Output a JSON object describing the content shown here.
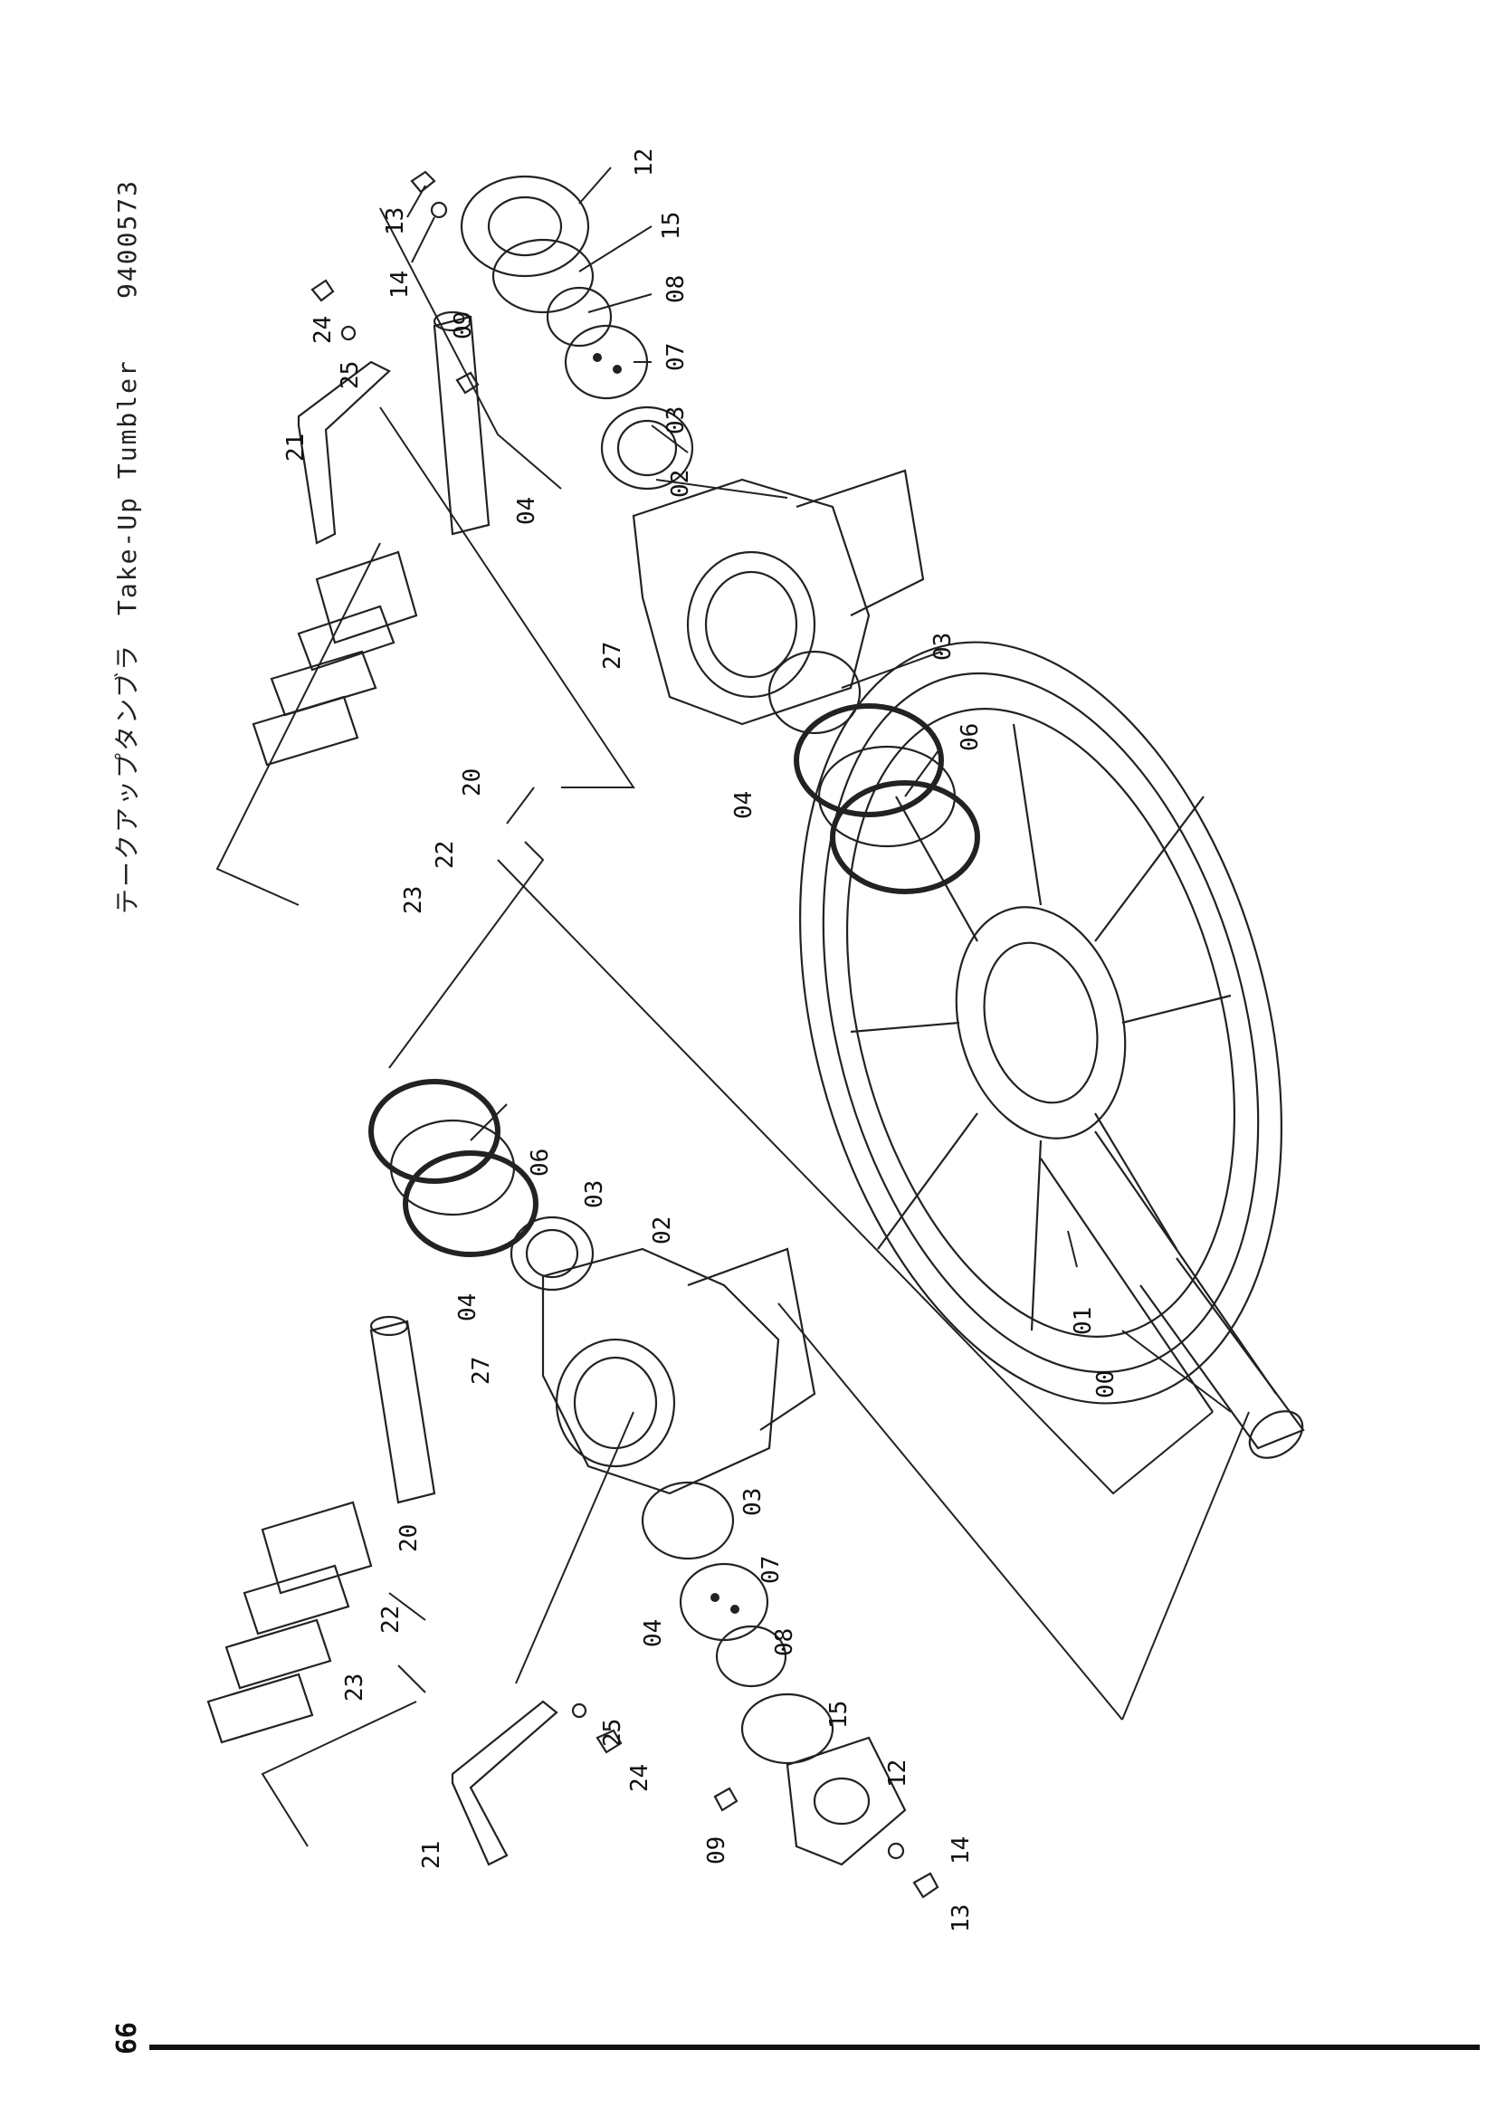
{
  "header": {
    "title_jp": "テークアップタンブラ",
    "title_en": "Take-Up Tumbler",
    "drawing_no": "9400573"
  },
  "footer": {
    "page_number": "66"
  },
  "part_labels": {
    "p00": "00",
    "p01": "01",
    "p02": "02",
    "p03": "03",
    "p04": "04",
    "p06": "06",
    "p07": "07",
    "p08": "08",
    "p09": "09",
    "p12": "12",
    "p13": "13",
    "p14": "14",
    "p15": "15",
    "p20": "20",
    "p21": "21",
    "p22": "22",
    "p23": "23",
    "p24": "24",
    "p25": "25",
    "p27": "27"
  }
}
